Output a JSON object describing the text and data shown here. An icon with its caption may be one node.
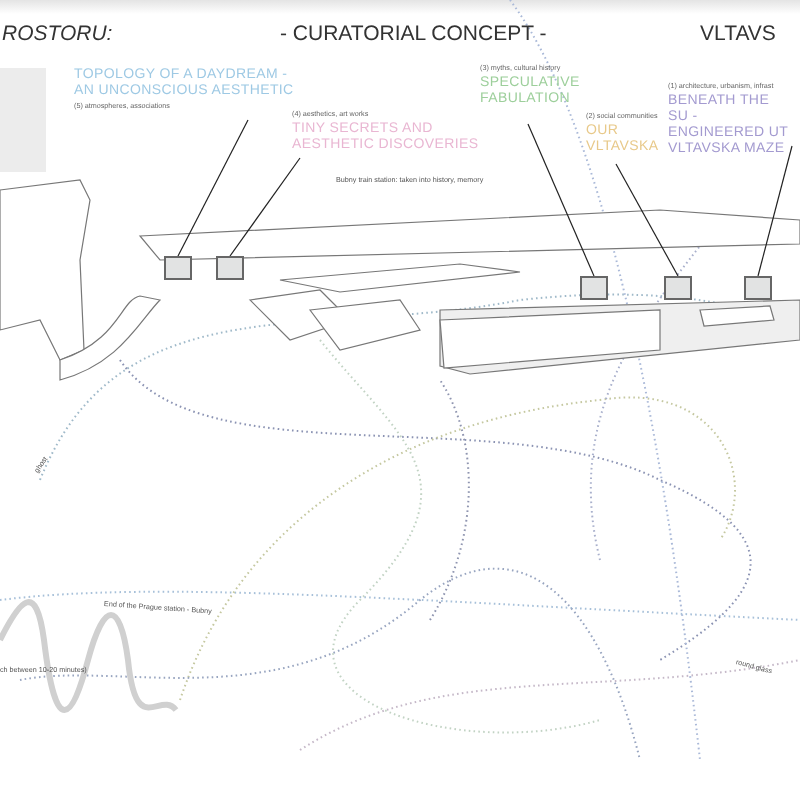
{
  "diagram": {
    "title": "- CURATORIAL CONCEPT -",
    "nodes": [
      {
        "text": [
          "TOPOLOGY OF A DAYDREAM - AN UNCONSCIOUS AESTHETIC",
          "(5) atmospheres, associations"
        ]
      },
      {
        "text": [
          "(4) aesthetics, art works",
          "TINY SECRETS AND AESTHETIC DISCOVERIES"
        ]
      },
      {
        "text": [
          "(3) myths, cultural history",
          "SPECULATIVE FABULATION"
        ]
      },
      {
        "text": [
          "(2) social communities",
          "OUR VLTAVSKA"
        ]
      },
      {
        "text": [
          "(1) architecture, urbanism, infrast",
          "BENEATH THE SU - ENGINEERED UT VLTAVSKA MAZE"
        ]
      },
      {
        "text": [],
        "shape": "box"
      },
      {
        "text": [],
        "shape": "box"
      },
      {
        "text": [],
        "shape": "box"
      },
      {
        "text": [],
        "shape": "box"
      },
      {
        "text": [],
        "shape": "box"
      }
    ],
    "edges": [
      {
        "from": 0,
        "to": 5,
        "arrow": "none"
      },
      {
        "from": 1,
        "to": 6,
        "arrow": "none"
      },
      {
        "from": 2,
        "to": 7,
        "arrow": "none"
      },
      {
        "from": 3,
        "to": 8,
        "arrow": "none"
      },
      {
        "from": 4,
        "to": 9,
        "arrow": "none"
      }
    ],
    "labels": [
      "ROSTORU:",
      "VLTAVS",
      "Bubny train station: taken into history, memory",
      "ghost",
      "End of the Prague station - Bubny",
      "round glass",
      "ch between 10-20 minutes)"
    ]
  }
}
